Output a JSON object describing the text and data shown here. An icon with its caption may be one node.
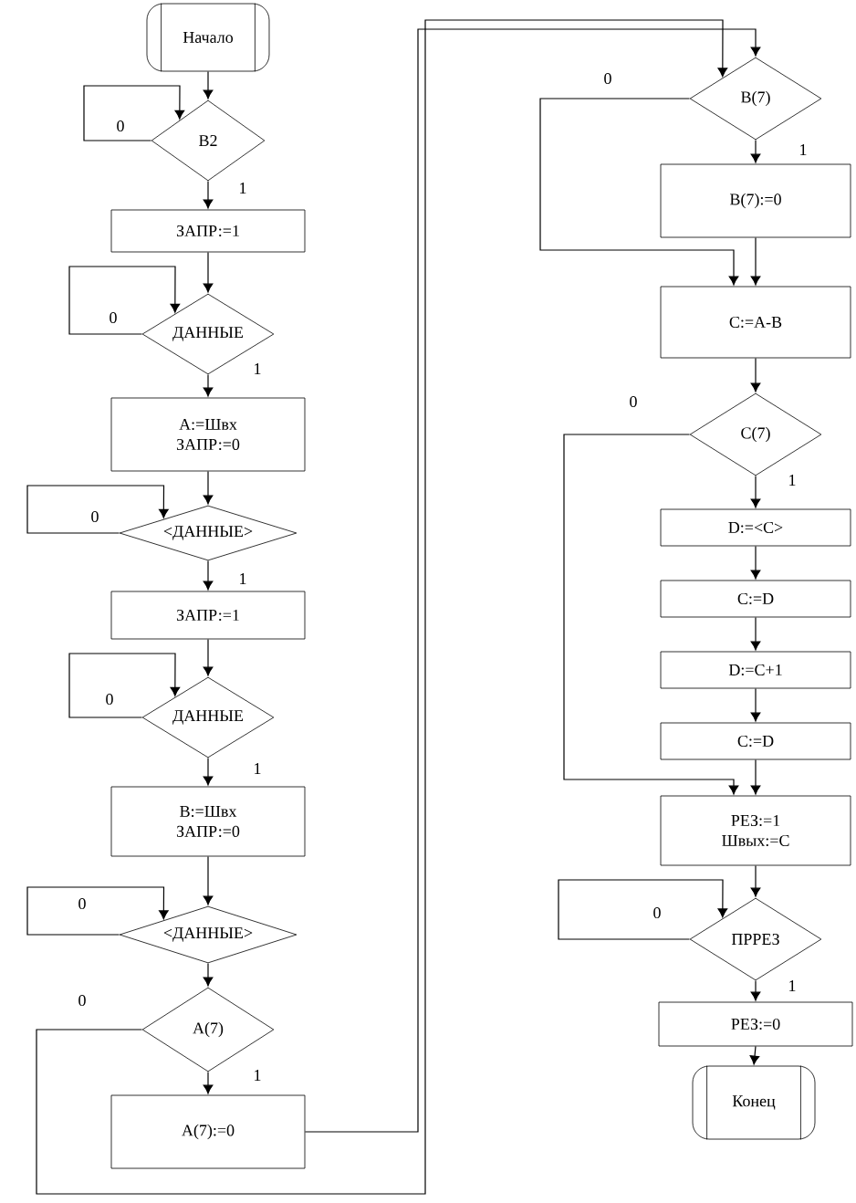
{
  "diagram": {
    "nodes": [
      {
        "text": [
          "Начало"
        ]
      },
      {
        "text": [
          "B2"
        ]
      },
      {
        "text": [
          "ЗАПР:=1"
        ]
      },
      {
        "text": [
          "ДАННЫЕ"
        ]
      },
      {
        "text": [
          "A:=Швх ЗАПР:=0"
        ]
      },
      {
        "text": [
          "<ДАННЫЕ>"
        ]
      },
      {
        "text": [
          "ЗАПР:=1"
        ]
      },
      {
        "text": [
          "ДАННЫЕ"
        ]
      },
      {
        "text": [
          "B:=Швх ЗАПР:=0"
        ]
      },
      {
        "text": [
          "<ДАННЫЕ>"
        ]
      },
      {
        "text": [
          "A(7)"
        ]
      },
      {
        "text": [
          "A(7):=0"
        ]
      },
      {
        "text": [
          "B(7)"
        ]
      },
      {
        "text": [
          "B(7):=0"
        ]
      },
      {
        "text": [
          "C:=A-B"
        ]
      },
      {
        "text": [
          "C(7)"
        ]
      },
      {
        "text": [
          "D:=<C>"
        ]
      },
      {
        "text": [
          "C:=D"
        ]
      },
      {
        "text": [
          "D:=C+1"
        ]
      },
      {
        "text": [
          "C:=D"
        ]
      },
      {
        "text": [
          "РЕЗ:=1 Швых:=C"
        ]
      },
      {
        "text": [
          "ПРРЕЗ"
        ]
      },
      {
        "text": [
          "РЕЗ:=0"
        ]
      },
      {
        "text": [
          "Конец"
        ]
      }
    ],
    "edges": [
      {
        "from": 0,
        "to": 1,
        "arrow": "to"
      },
      {
        "from": 1,
        "to": 1,
        "arrow": "to",
        "label": "0"
      },
      {
        "from": 1,
        "to": 2,
        "arrow": "to",
        "label": "1"
      },
      {
        "from": 2,
        "to": 3,
        "arrow": "to"
      },
      {
        "from": 3,
        "to": 3,
        "arrow": "to",
        "label": "0"
      },
      {
        "from": 3,
        "to": 4,
        "arrow": "to",
        "label": "1"
      },
      {
        "from": 4,
        "to": 5,
        "arrow": "to"
      },
      {
        "from": 5,
        "to": 5,
        "arrow": "to",
        "label": "0"
      },
      {
        "from": 5,
        "to": 6,
        "arrow": "to",
        "label": "1"
      },
      {
        "from": 6,
        "to": 7,
        "arrow": "to"
      },
      {
        "from": 7,
        "to": 7,
        "arrow": "to",
        "label": "0"
      },
      {
        "from": 7,
        "to": 8,
        "arrow": "to",
        "label": "1"
      },
      {
        "from": 8,
        "to": 9,
        "arrow": "to"
      },
      {
        "from": 9,
        "to": 9,
        "arrow": "to",
        "label": "0"
      },
      {
        "from": 9,
        "to": 10,
        "arrow": "to"
      },
      {
        "from": 10,
        "to": 11,
        "arrow": "to",
        "label": "1"
      },
      {
        "from": 10,
        "to": 12,
        "arrow": "to",
        "label": "0"
      },
      {
        "from": 11,
        "to": 12,
        "arrow": "to"
      },
      {
        "from": 12,
        "to": 13,
        "arrow": "to",
        "label": "1"
      },
      {
        "from": 12,
        "to": 14,
        "arrow": "to",
        "label": "0"
      },
      {
        "from": 13,
        "to": 14,
        "arrow": "to"
      },
      {
        "from": 14,
        "to": 15,
        "arrow": "to"
      },
      {
        "from": 15,
        "to": 16,
        "arrow": "to",
        "label": "1"
      },
      {
        "from": 15,
        "to": 20,
        "arrow": "to",
        "label": "0"
      },
      {
        "from": 16,
        "to": 17,
        "arrow": "to"
      },
      {
        "from": 17,
        "to": 18,
        "arrow": "to"
      },
      {
        "from": 18,
        "to": 19,
        "arrow": "to"
      },
      {
        "from": 19,
        "to": 20,
        "arrow": "to"
      },
      {
        "from": 20,
        "to": 21,
        "arrow": "to"
      },
      {
        "from": 21,
        "to": 21,
        "arrow": "to",
        "label": "0"
      },
      {
        "from": 21,
        "to": 22,
        "arrow": "to",
        "label": "1"
      },
      {
        "from": 22,
        "to": 23,
        "arrow": "to"
      }
    ]
  }
}
